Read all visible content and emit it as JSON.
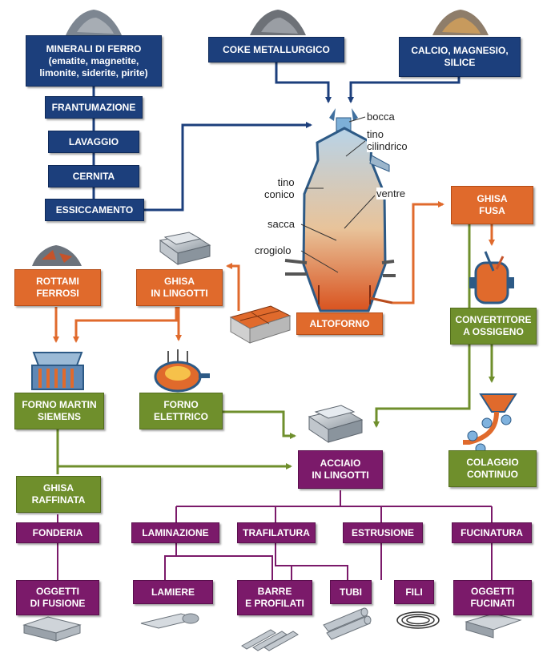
{
  "colors": {
    "blue": "#1c3f7c",
    "orange": "#e06a2c",
    "green": "#6f8f2c",
    "purple": "#7b1a6a"
  },
  "boxes": {
    "minerali": "MINERALI DI FERRO\n(ematite, magnetite,\nlimonite, siderite, pirite)",
    "frantumazione": "FRANTUMAZIONE",
    "lavaggio": "LAVAGGIO",
    "cernita": "CERNITA",
    "essiccamento": "ESSICCAMENTO",
    "coke": "COKE METALLURGICO",
    "calcio": "CALCIO, MAGNESIO,\nSILICE",
    "ghisa_fusa": "GHISA\nFUSA",
    "convertitore": "CONVERTITORE\nA OSSIGENO",
    "altoforno": "ALTOFORNO",
    "rottami": "ROTTAMI\nFERROSI",
    "ghisa_lingotti": "GHISA\nIN LINGOTTI",
    "martin": "FORNO MARTIN\nSIEMENS",
    "elettrico": "FORNO\nELETTRICO",
    "acciaio": "ACCIAIO\nIN LINGOTTI",
    "colaggio": "COLAGGIO\nCONTINUO",
    "raffinata": "GHISA\nRAFFINATA",
    "fonderia": "FONDERIA",
    "laminazione": "LAMINAZIONE",
    "trafilatura": "TRAFILATURA",
    "estrusione": "ESTRUSIONE",
    "fucinatura": "FUCINATURA",
    "oggetti_fusione": "OGGETTI\nDI FUSIONE",
    "lamiere": "LAMIERE",
    "barre": "BARRE\nE PROFILATI",
    "tubi": "TUBI",
    "fili": "FILI",
    "oggetti_fucinati": "OGGETTI\nFUCINATI"
  },
  "furnace_labels": {
    "bocca": "bocca",
    "tino_cilindrico": "tino\ncilindrico",
    "tino_conico": "tino\nconico",
    "ventre": "ventre",
    "sacca": "sacca",
    "crogiolo": "crogiolo"
  }
}
